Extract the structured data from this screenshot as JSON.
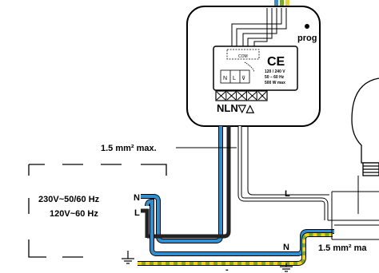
{
  "module": {
    "prog_label": "prog",
    "ce_mark": "CE",
    "spec_lines": [
      "120 / 240 V",
      "50 – 60 Hz",
      "500 W max"
    ],
    "internal_terminals": [
      "N",
      "L",
      "⊽"
    ],
    "chip_label": "COM",
    "terminal_strip_label": "NLN▽△"
  },
  "wire_gauge_label_left": "1.5 mm² max.",
  "wire_gauge_label_right": "1.5 mm² ma",
  "supply": {
    "voltage_line1": "230V~50/60 Hz",
    "voltage_line2": "120V~60 Hz",
    "terminal_n": "N",
    "terminal_l": "L"
  },
  "wire_labels": {
    "l_label": "L",
    "n_label": "N",
    "dash_label": "-"
  },
  "colors": {
    "neutral_wire": "#2f8fd0",
    "live_wire": "#222222",
    "earth_green": "#7aa82a",
    "earth_yellow": "#f2d21a",
    "switched_wire": "#ffffff"
  }
}
